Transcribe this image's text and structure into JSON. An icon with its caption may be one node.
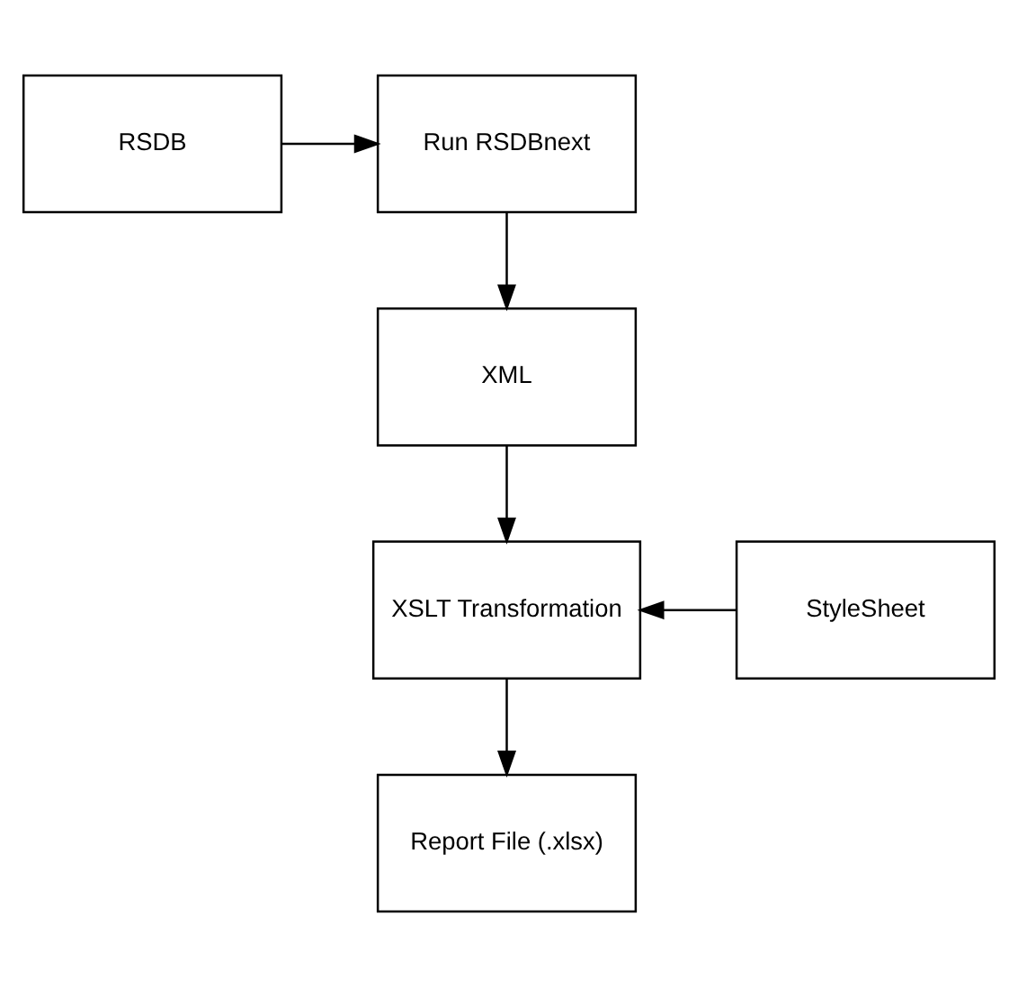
{
  "diagram": {
    "nodes": [
      {
        "text": [
          "RSDB"
        ]
      },
      {
        "text": [
          "Run RSDBnext"
        ]
      },
      {
        "text": [
          "XML"
        ]
      },
      {
        "text": [
          "XSLT Transformation"
        ]
      },
      {
        "text": [
          "StyleSheet"
        ]
      },
      {
        "text": [
          "Report File (.xlsx)"
        ]
      }
    ],
    "edges": [
      {
        "from": 0,
        "to": 1,
        "arrow": "to"
      },
      {
        "from": 1,
        "to": 2,
        "arrow": "to"
      },
      {
        "from": 2,
        "to": 3,
        "arrow": "to"
      },
      {
        "from": 4,
        "to": 3,
        "arrow": "to"
      },
      {
        "from": 3,
        "to": 5,
        "arrow": "to"
      }
    ]
  }
}
